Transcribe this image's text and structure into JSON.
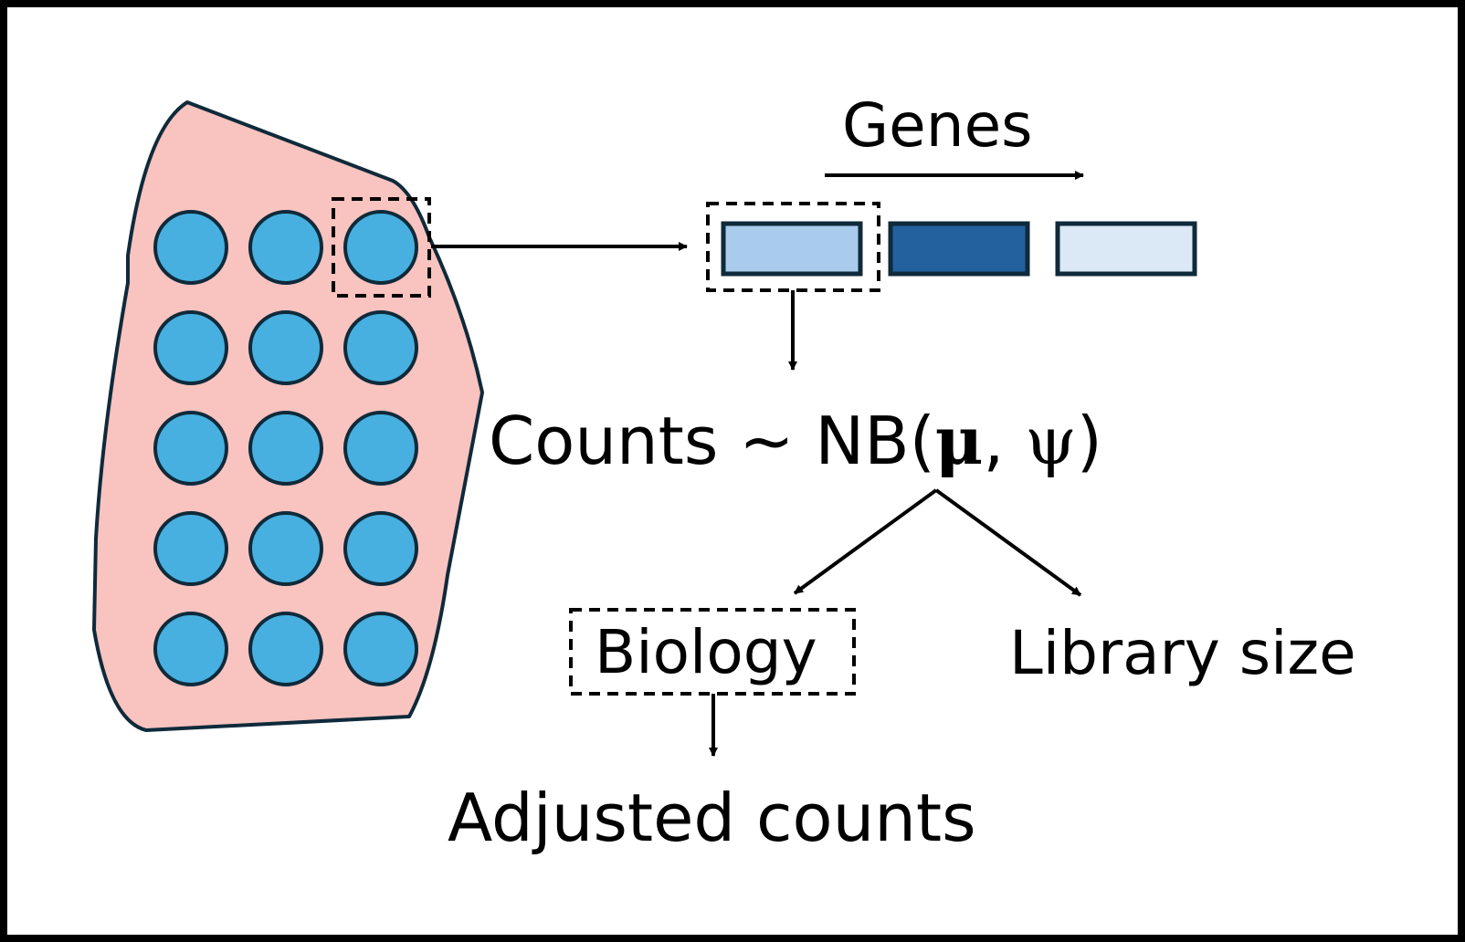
{
  "labels": {
    "genes": "Genes",
    "counts_prefix": "Counts ~ NB(",
    "mu": "μ",
    "comma": ", ",
    "psi": "ψ",
    "counts_suffix": ")",
    "biology": "Biology",
    "library_size": "Library size",
    "adjusted_counts": "Adjusted counts"
  },
  "colors": {
    "border": "#000000",
    "tissue_fill": "#f9c3bf",
    "tissue_stroke": "#0f2a3a",
    "cell_fill": "#47b0e0",
    "cell_stroke": "#0f2a3a",
    "gene_light": "#a9cbec",
    "gene_dark": "#22609e",
    "gene_pale": "#dbe8f6"
  },
  "cell_grid": {
    "rows": 5,
    "columns": 3,
    "highlighted_cell": "row 1, column 3"
  },
  "gene_bars": [
    {
      "name": "gene-bar-1",
      "shade": "light",
      "highlighted": true
    },
    {
      "name": "gene-bar-2",
      "shade": "dark",
      "highlighted": false
    },
    {
      "name": "gene-bar-3",
      "shade": "pale",
      "highlighted": false
    }
  ]
}
